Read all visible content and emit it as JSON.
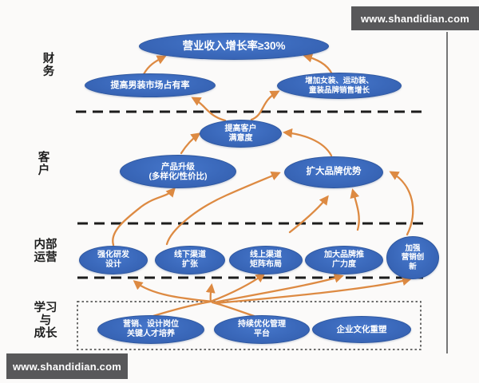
{
  "watermarks": {
    "top": "www.shandidian.com",
    "bottom": "www.shandidian.com"
  },
  "perspectives": {
    "finance": {
      "lines": [
        "财",
        "务"
      ]
    },
    "customer": {
      "lines": [
        "客",
        "户"
      ]
    },
    "internal": {
      "lines": [
        "内部",
        "运营"
      ]
    },
    "learning": {
      "lines": [
        "学习",
        "与",
        "成长"
      ]
    }
  },
  "nodes": {
    "revenue": {
      "lines": [
        "营业收入增长率≥30%"
      ]
    },
    "mens": {
      "lines": [
        "提高男装市场占有率"
      ]
    },
    "womens": {
      "lines": [
        "增加女装、运动装、",
        "童装品牌销售增长"
      ]
    },
    "satisfaction": {
      "lines": [
        "提高客户",
        "满意度"
      ]
    },
    "upgrade": {
      "lines": [
        "产品升级",
        "(多样化/性价比)"
      ]
    },
    "brand": {
      "lines": [
        "扩大品牌优势"
      ]
    },
    "rd": {
      "lines": [
        "强化研发",
        "设计"
      ]
    },
    "offline": {
      "lines": [
        "线下渠道",
        "扩张"
      ]
    },
    "online": {
      "lines": [
        "线上渠道",
        "矩阵布局"
      ]
    },
    "promo": {
      "lines": [
        "加大品牌推",
        "广力度"
      ]
    },
    "innovation": {
      "lines": [
        "加强",
        "营销创",
        "新"
      ]
    },
    "talent": {
      "lines": [
        "营销、设计岗位",
        "关键人才培养"
      ]
    },
    "platform": {
      "lines": [
        "持续优化管理",
        "平台"
      ]
    },
    "culture": {
      "lines": [
        "企业文化重塑"
      ]
    }
  },
  "edges": [
    {
      "from": "mens",
      "to": "revenue"
    },
    {
      "from": "womens",
      "to": "revenue"
    },
    {
      "from": "satisfaction",
      "to": "mens"
    },
    {
      "from": "satisfaction",
      "to": "womens"
    },
    {
      "from": "upgrade",
      "to": "satisfaction"
    },
    {
      "from": "brand",
      "to": "satisfaction"
    },
    {
      "from": "rd",
      "to": "upgrade"
    },
    {
      "from": "offline",
      "to": "brand"
    },
    {
      "from": "online",
      "to": "brand"
    },
    {
      "from": "promo",
      "to": "brand"
    },
    {
      "from": "innovation",
      "to": "brand"
    },
    {
      "from": "learning-group",
      "to": "rd"
    },
    {
      "from": "learning-group",
      "to": "offline"
    },
    {
      "from": "learning-group",
      "to": "online"
    },
    {
      "from": "learning-group",
      "to": "promo"
    },
    {
      "from": "learning-group",
      "to": "innovation"
    }
  ],
  "colors": {
    "node_fill": "#3a68ba",
    "node_text": "#ffffff",
    "arrow": "#dd8a42",
    "separator": "#1c1c1c",
    "watermark_bg": "#58585a",
    "page_border": "#4a4a4a"
  }
}
